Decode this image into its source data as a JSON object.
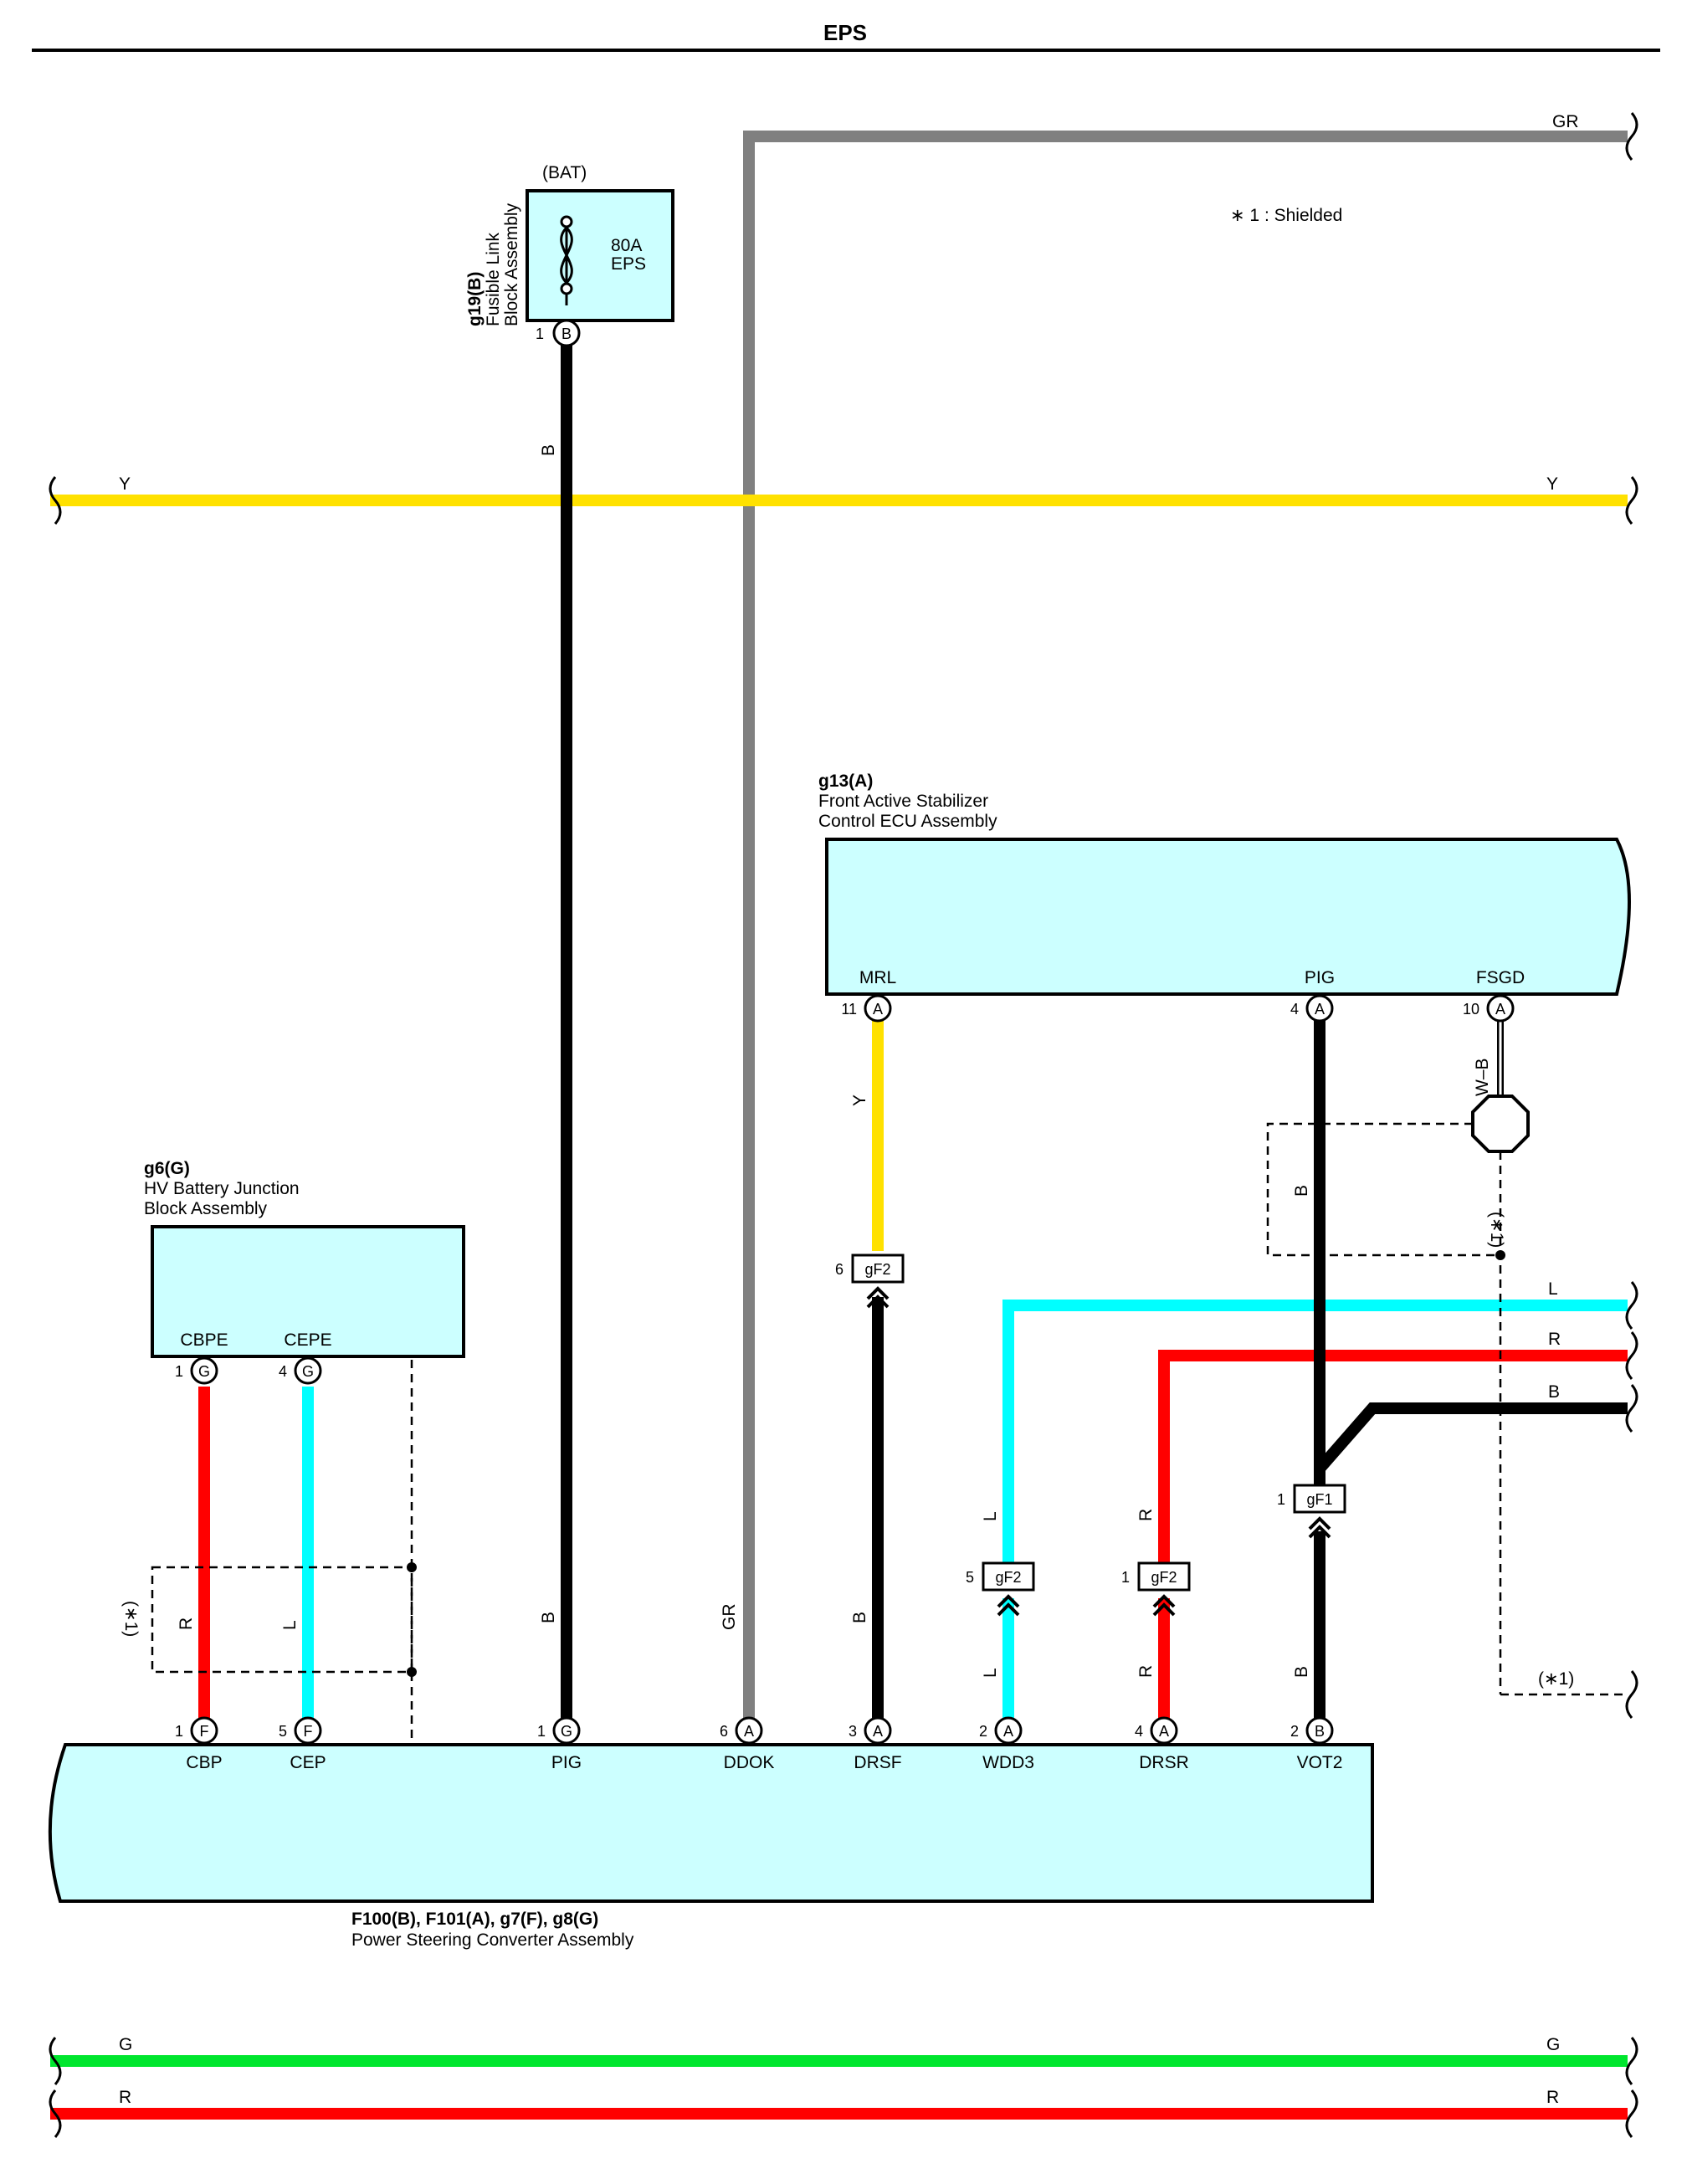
{
  "title": "EPS",
  "note": "∗ 1 : Shielded",
  "colors": {
    "Y": "#ffe100",
    "GR": "#808080",
    "B": "#000000",
    "R": "#ff0000",
    "L": "#00ffff",
    "G": "#00e62e",
    "box": "#ccffff"
  },
  "fusible_link": {
    "supply": "(BAT)",
    "code": "g19(B)",
    "name_line1": "Fusible Link",
    "name_line2": "Block Assembly",
    "rating": "80A",
    "circuit": "EPS",
    "pin_num": "1",
    "pin_letter": "B"
  },
  "hv_battery": {
    "code": "g6(G)",
    "name_line1": "HV Battery Junction",
    "name_line2": "Block Assembly",
    "pins": [
      {
        "name": "CBPE",
        "num": "1",
        "letter": "G"
      },
      {
        "name": "CEPE",
        "num": "4",
        "letter": "G"
      }
    ]
  },
  "stabilizer_ecu": {
    "code": "g13(A)",
    "name_line1": "Front Active Stabilizer",
    "name_line2": "Control ECU Assembly",
    "pins": [
      {
        "name": "MRL",
        "num": "11",
        "letter": "A"
      },
      {
        "name": "PIG",
        "num": "4",
        "letter": "A"
      },
      {
        "name": "FSGD",
        "num": "10",
        "letter": "A"
      }
    ]
  },
  "converter": {
    "code": "F100(B), F101(A), g7(F), g8(G)",
    "name": "Power Steering Converter Assembly",
    "pins": [
      {
        "name": "CBP",
        "num": "1",
        "letter": "F"
      },
      {
        "name": "CEP",
        "num": "5",
        "letter": "F"
      },
      {
        "name": "PIG",
        "num": "1",
        "letter": "G"
      },
      {
        "name": "DDOK",
        "num": "6",
        "letter": "A"
      },
      {
        "name": "DRSF",
        "num": "3",
        "letter": "A"
      },
      {
        "name": "WDD3",
        "num": "2",
        "letter": "A"
      },
      {
        "name": "DRSR",
        "num": "4",
        "letter": "A"
      },
      {
        "name": "VOT2",
        "num": "2",
        "letter": "B"
      }
    ]
  },
  "junctions": [
    {
      "num": "6",
      "code": "gF2"
    },
    {
      "num": "5",
      "code": "gF2"
    },
    {
      "num": "1",
      "code": "gF2"
    },
    {
      "num": "1",
      "code": "gF1"
    }
  ],
  "wire_labels": {
    "gr": "GR",
    "y": "Y",
    "b": "B",
    "l": "L",
    "r": "R",
    "g": "G",
    "wb": "W–B",
    "shield": "(∗1)"
  }
}
